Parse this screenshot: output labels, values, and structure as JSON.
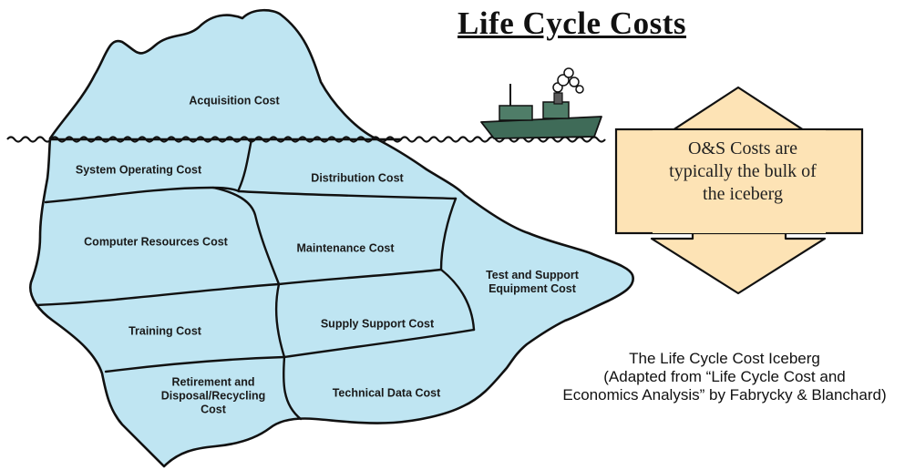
{
  "title": "Life Cycle Costs",
  "iceberg": {
    "above_water": [
      "Acquisition Cost"
    ],
    "below_water": [
      "System Operating Cost",
      "Distribution Cost",
      "Computer Resources Cost",
      "Maintenance Cost",
      "Test and Support",
      "Equipment Cost",
      "Training Cost",
      "Supply Support Cost",
      "Retirement and",
      "Disposal/Recycling",
      "Cost",
      "Technical Data  Cost"
    ]
  },
  "callout": {
    "lines": [
      "O&S Costs are",
      "typically the bulk of",
      "the iceberg"
    ]
  },
  "caption": {
    "lines": [
      "The Life Cycle Cost Iceberg",
      "(Adapted from “Life Cycle Cost and",
      "Economics Analysis” by Fabrycky & Blanchard)"
    ]
  },
  "colors": {
    "ice": "#bfe5f2",
    "outline": "#111111",
    "arrow_fill": "#fde3b5",
    "ship_hull": "#3f6b58"
  }
}
